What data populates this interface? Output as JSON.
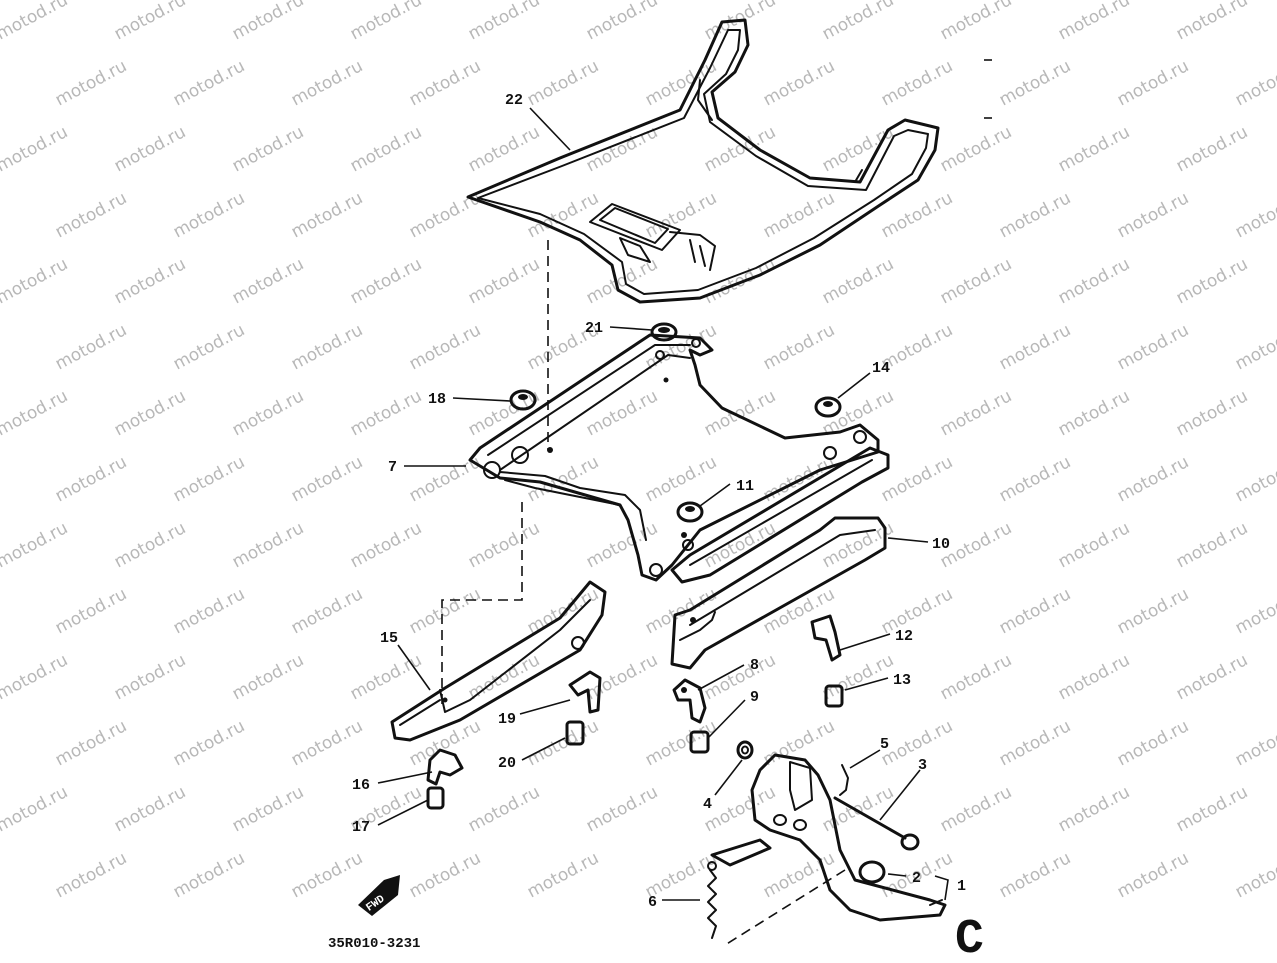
{
  "watermark": "motod.ru",
  "part_numbers": {
    "p1": "1",
    "p2": "2",
    "p3": "3",
    "p4": "4",
    "p5": "5",
    "p6": "6",
    "p7": "7",
    "p8": "8",
    "p9": "9",
    "p10": "10",
    "p11": "11",
    "p12": "12",
    "p13": "13",
    "p14": "14",
    "p15": "15",
    "p16": "16",
    "p17": "17",
    "p18": "18",
    "p19": "19",
    "p20": "20",
    "p21": "21",
    "p22": "22"
  },
  "fwd_badge": "FWD",
  "catalog_code": "35R010-3231",
  "section_letter": "C",
  "colors": {
    "ink": "#111111",
    "watermark": "#b8b8b8",
    "background": "#ffffff"
  }
}
